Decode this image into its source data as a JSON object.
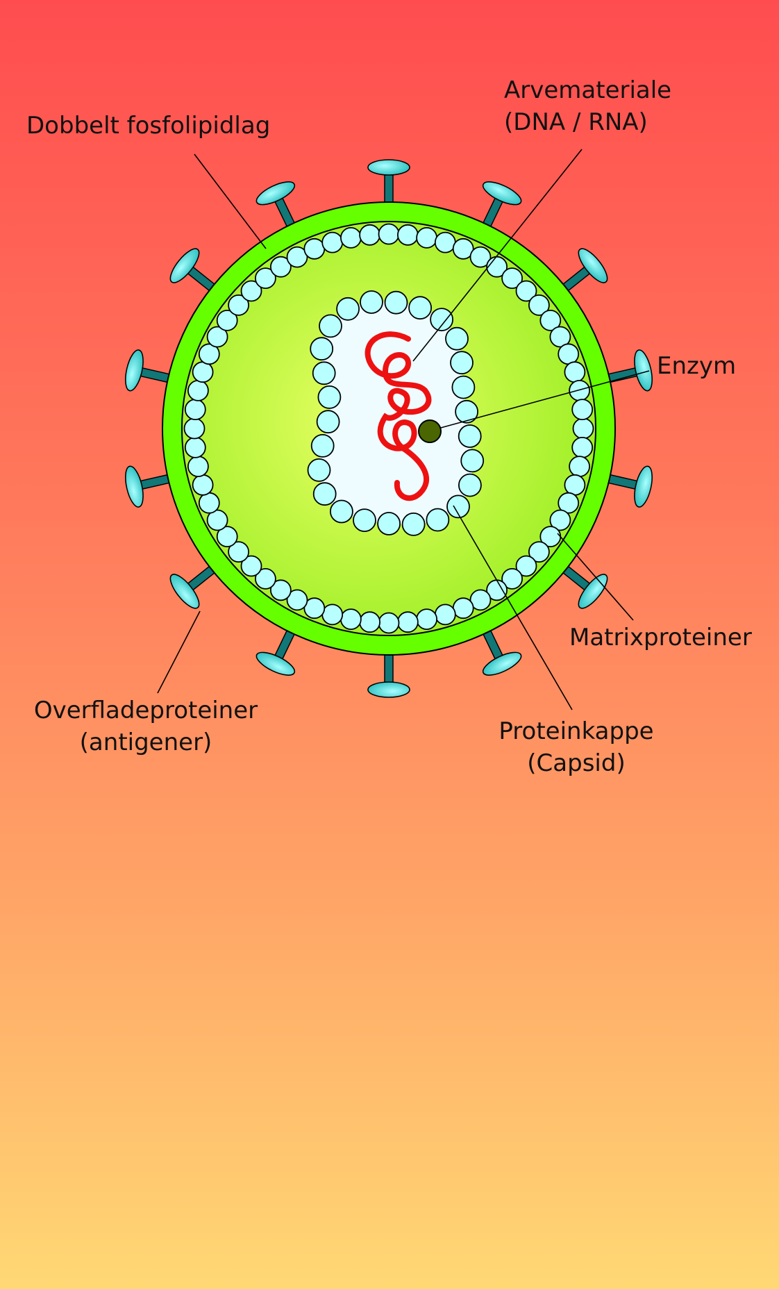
{
  "labels": {
    "phospholipid": "Dobbelt fosfolipidlag",
    "genetic_material_line1": "Arvemateriale",
    "genetic_material_line2": "(DNA / RNA)",
    "enzyme": "Enzym",
    "matrix_proteins": "Matrixproteiner",
    "surface_proteins_line1": "Overfladeproteiner",
    "surface_proteins_line2": "(antigener)",
    "capsid_line1": "Proteinkappe",
    "capsid_line2": "(Capsid)"
  },
  "colors": {
    "membrane": "#66ff00",
    "interior_center": "#eaff66",
    "interior_edge": "#99ee22",
    "protein_bead": "#b8ffff",
    "spike": "#22cccc",
    "spike_stem": "#117777",
    "rna": "#ee1111",
    "enzyme": "#4a6600",
    "capsid_fill": "#eefcff"
  }
}
